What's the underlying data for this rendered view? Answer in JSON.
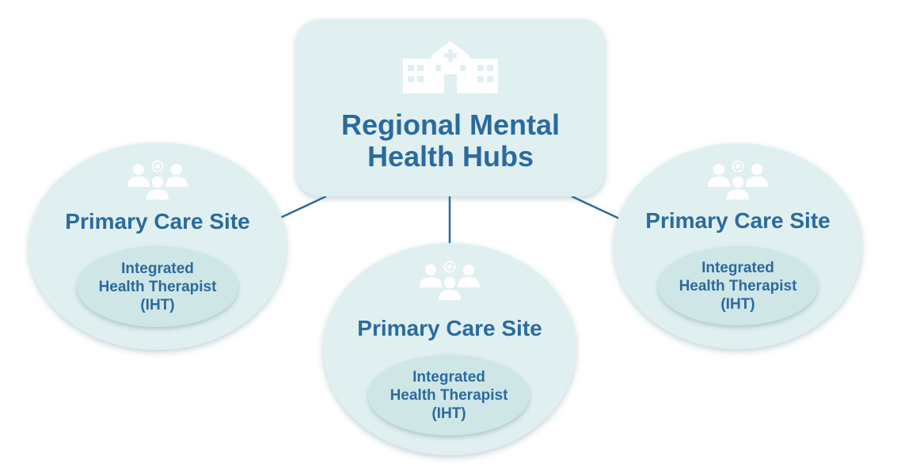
{
  "hub": {
    "title_line1": "Regional Mental",
    "title_line2": "Health Hubs",
    "icon": "hospital-icon"
  },
  "sites": [
    {
      "title": "Primary Care Site",
      "icon": "people-group-icon",
      "iht": {
        "line1": "Integrated",
        "line2": "Health Therapist",
        "line3": "(IHT)"
      }
    },
    {
      "title": "Primary Care Site",
      "icon": "people-group-icon",
      "iht": {
        "line1": "Integrated",
        "line2": "Health Therapist",
        "line3": "(IHT)"
      }
    },
    {
      "title": "Primary Care Site",
      "icon": "people-group-icon",
      "iht": {
        "line1": "Integrated",
        "line2": "Health Therapist",
        "line3": "(IHT)"
      }
    }
  ],
  "colors": {
    "text": "#2b6a9e",
    "node_fill": "#e0f0f1",
    "iht_fill": "#cfe6e7",
    "icon": "#ffffff",
    "connector": "#2b6a9e"
  }
}
